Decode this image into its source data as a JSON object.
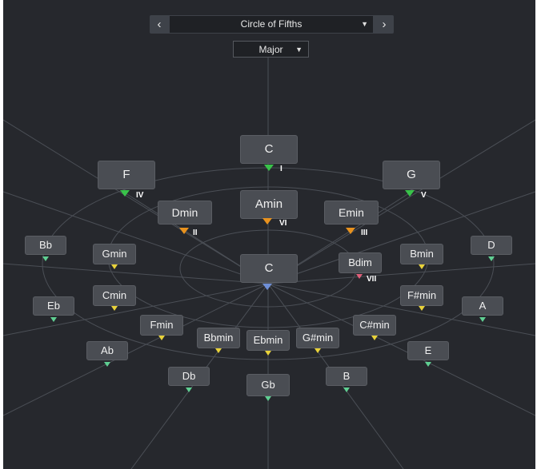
{
  "toolbar": {
    "prev_label": "‹",
    "next_label": "›",
    "view_selector": "Circle of Fifths",
    "mode_selector": "Major",
    "caret": "▼"
  },
  "center_chord": {
    "label": "C",
    "color": "#6f8fd6"
  },
  "colors": {
    "major_degree": "#39c24a",
    "minor_degree": "#e8921e",
    "dim_degree": "#e0607a",
    "major_ring": "#5fcf92",
    "minor_ring": "#e8d23a"
  },
  "degree_chords": {
    "C": {
      "label": "C",
      "degree": "I"
    },
    "F": {
      "label": "F",
      "degree": "IV"
    },
    "G": {
      "label": "G",
      "degree": "V"
    },
    "Dmin": {
      "label": "Dmin",
      "degree": "II"
    },
    "Amin": {
      "label": "Amin",
      "degree": "VI"
    },
    "Emin": {
      "label": "Emin",
      "degree": "III"
    },
    "Bdim": {
      "label": "Bdim",
      "degree": "VII"
    }
  },
  "major_ring": [
    "Bb",
    "Eb",
    "Ab",
    "Db",
    "Gb",
    "B",
    "E",
    "A",
    "D"
  ],
  "minor_ring": [
    "Gmin",
    "Cmin",
    "Fmin",
    "Bbmin",
    "Ebmin",
    "G#min",
    "C#min",
    "F#min",
    "Bmin"
  ]
}
